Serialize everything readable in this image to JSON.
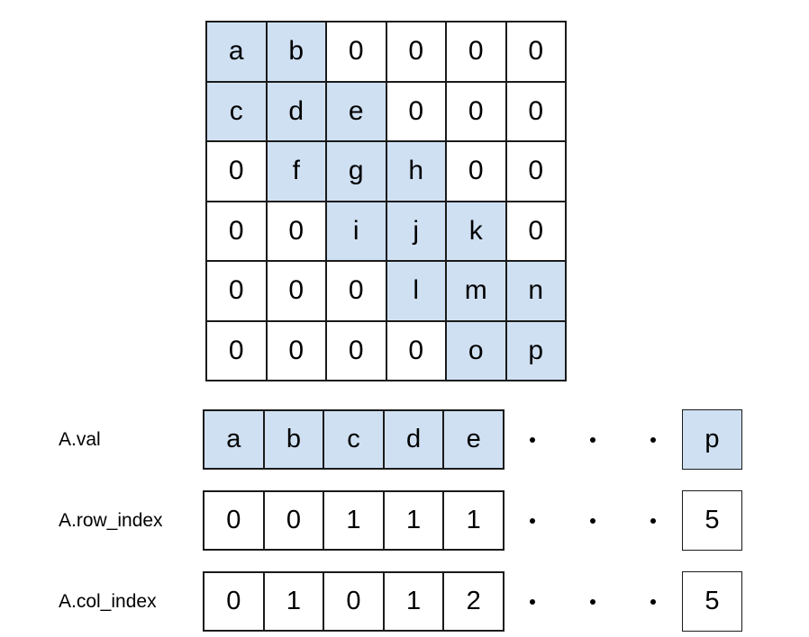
{
  "colors": {
    "highlight_fill": "#cfe0f2",
    "cell_fill": "#ffffff",
    "border": "#1a1a1a",
    "text": "#000000",
    "background": "#ffffff"
  },
  "matrix": {
    "rows": 6,
    "cols": 6,
    "values": [
      [
        "a",
        "b",
        "0",
        "0",
        "0",
        "0"
      ],
      [
        "c",
        "d",
        "e",
        "0",
        "0",
        "0"
      ],
      [
        "0",
        "f",
        "g",
        "h",
        "0",
        "0"
      ],
      [
        "0",
        "0",
        "i",
        "j",
        "k",
        "0"
      ],
      [
        "0",
        "0",
        "0",
        "l",
        "m",
        "n"
      ],
      [
        "0",
        "0",
        "0",
        "0",
        "o",
        "p"
      ]
    ],
    "highlight_mask": [
      [
        1,
        1,
        0,
        0,
        0,
        0
      ],
      [
        1,
        1,
        1,
        0,
        0,
        0
      ],
      [
        0,
        1,
        1,
        1,
        0,
        0
      ],
      [
        0,
        0,
        1,
        1,
        1,
        0
      ],
      [
        0,
        0,
        0,
        1,
        1,
        1
      ],
      [
        0,
        0,
        0,
        0,
        1,
        1
      ]
    ]
  },
  "arrays": [
    {
      "label": "A.val",
      "cells": [
        "a",
        "b",
        "c",
        "d",
        "e"
      ],
      "dots": 3,
      "last_cell": "p",
      "highlighted": true
    },
    {
      "label": "A.row_index",
      "cells": [
        "0",
        "0",
        "1",
        "1",
        "1"
      ],
      "dots": 3,
      "last_cell": "5",
      "highlighted": false
    },
    {
      "label": "A.col_index",
      "cells": [
        "0",
        "1",
        "0",
        "1",
        "2"
      ],
      "dots": 3,
      "last_cell": "5",
      "highlighted": false
    }
  ]
}
